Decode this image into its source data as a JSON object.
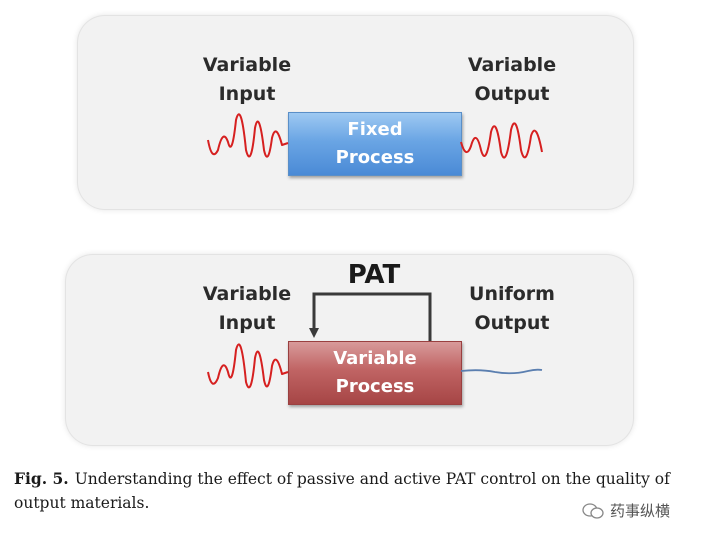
{
  "top_panel": {
    "input_label_line1": "Variable",
    "input_label_line2": "Input",
    "process_line1": "Fixed",
    "process_line2": "Process",
    "output_label_line1": "Variable",
    "output_label_line2": "Output"
  },
  "bottom_panel": {
    "feedback_label": "PAT",
    "input_label_line1": "Variable",
    "input_label_line2": "Input",
    "process_line1": "Variable",
    "process_line2": "Process",
    "output_label_line1": "Uniform",
    "output_label_line2": "Output"
  },
  "caption": {
    "label": "Fig. 5.",
    "text": "Understanding the effect of passive and active PAT control on the quality of output materials."
  },
  "watermark": {
    "text": "药事纵横"
  },
  "colors": {
    "wave": "#d62020",
    "flat_line": "#5b7fb0",
    "fixed_box": "#5d9be0",
    "variable_box": "#b85656",
    "arrow": "#3a3a3a"
  }
}
